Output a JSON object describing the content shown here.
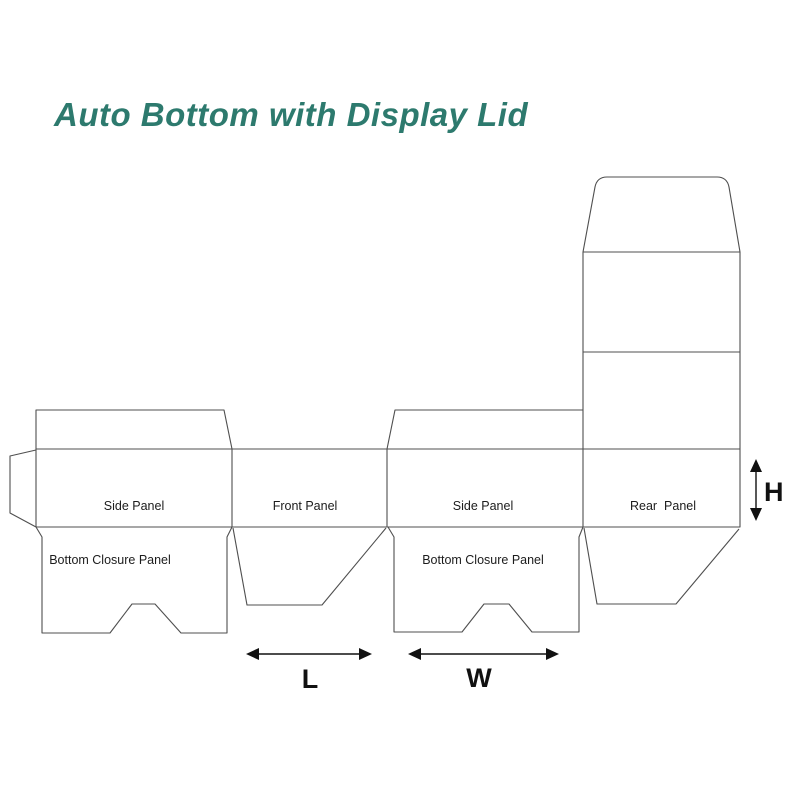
{
  "title": "Auto Bottom with Display Lid",
  "colors": {
    "title": "#2d7a6e",
    "line": "#4f4f4f",
    "label": "#1c1c1c",
    "dimension": "#111111",
    "background": "#ffffff"
  },
  "diagram": {
    "type": "packaging-dieline",
    "panels": [
      {
        "id": "side-panel-1",
        "label": "Side Panel"
      },
      {
        "id": "front-panel",
        "label": "Front Panel"
      },
      {
        "id": "side-panel-2",
        "label": "Side Panel"
      },
      {
        "id": "rear-panel",
        "label": "Rear  Panel"
      },
      {
        "id": "bottom-closure-1",
        "label": "Bottom Closure Panel"
      },
      {
        "id": "bottom-closure-2",
        "label": "Bottom Closure Panel"
      }
    ],
    "dimensions": {
      "height_label": "H",
      "length_label": "L",
      "width_label": "W"
    }
  }
}
